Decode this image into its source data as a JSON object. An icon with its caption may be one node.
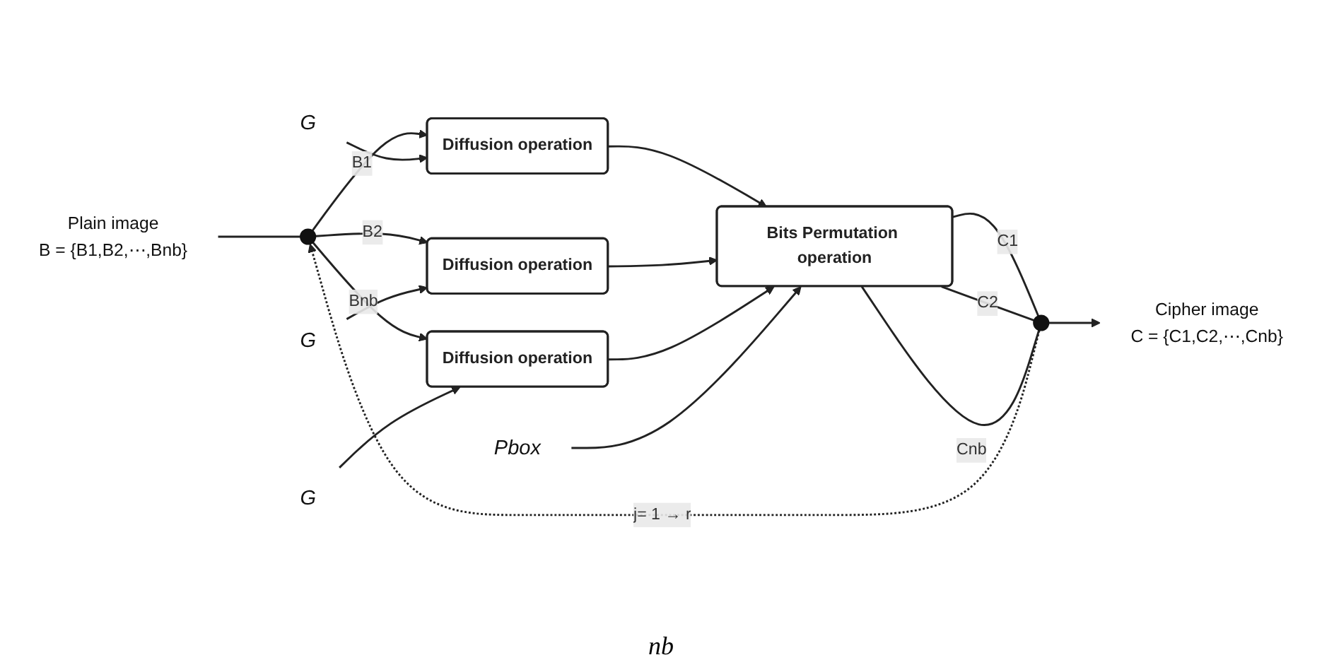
{
  "diagram": {
    "nodes": [
      {
        "text": [
          "Plain image",
          "B = {B1,B2,⋯,Bnb}"
        ]
      },
      {
        "text": [],
        "shape": "circle"
      },
      {
        "text": [
          "G"
        ]
      },
      {
        "text": [
          "Diffusion operation"
        ]
      },
      {
        "text": [
          "G"
        ]
      },
      {
        "text": [
          "Diffusion operation"
        ]
      },
      {
        "text": [
          "G"
        ]
      },
      {
        "text": [
          "Diffusion operation"
        ]
      },
      {
        "text": [
          "Bits Permutation operation"
        ]
      },
      {
        "text": [
          "Pbox"
        ]
      },
      {
        "text": [],
        "shape": "circle"
      },
      {
        "text": [
          "Cipher image",
          "C = {C1,C2,⋯,Cnb}"
        ]
      }
    ],
    "edges": [
      {
        "from": 0,
        "to": 1,
        "arrow": "none"
      },
      {
        "from": 1,
        "to": 3,
        "arrow": "to",
        "label": "B1"
      },
      {
        "from": 1,
        "to": 5,
        "arrow": "to",
        "label": "B2"
      },
      {
        "from": 1,
        "to": 7,
        "arrow": "to",
        "label": "Bnb"
      },
      {
        "from": 2,
        "to": 3,
        "arrow": "to"
      },
      {
        "from": 4,
        "to": 5,
        "arrow": "to"
      },
      {
        "from": 6,
        "to": 7,
        "arrow": "to"
      },
      {
        "from": 3,
        "to": 8,
        "arrow": "to"
      },
      {
        "from": 5,
        "to": 8,
        "arrow": "to"
      },
      {
        "from": 7,
        "to": 8,
        "arrow": "to"
      },
      {
        "from": 9,
        "to": 8,
        "arrow": "to"
      },
      {
        "from": 8,
        "to": 10,
        "arrow": "none",
        "label": "C1"
      },
      {
        "from": 8,
        "to": 10,
        "arrow": "none",
        "label": "C2"
      },
      {
        "from": 8,
        "to": 10,
        "arrow": "none",
        "label": "Cnb"
      },
      {
        "from": 10,
        "to": 11,
        "arrow": "to"
      },
      {
        "from": 10,
        "to": 1,
        "arrow": "to",
        "style": "dashed",
        "label": "j= 1 → r"
      }
    ],
    "labels": [
      "nb"
    ]
  }
}
